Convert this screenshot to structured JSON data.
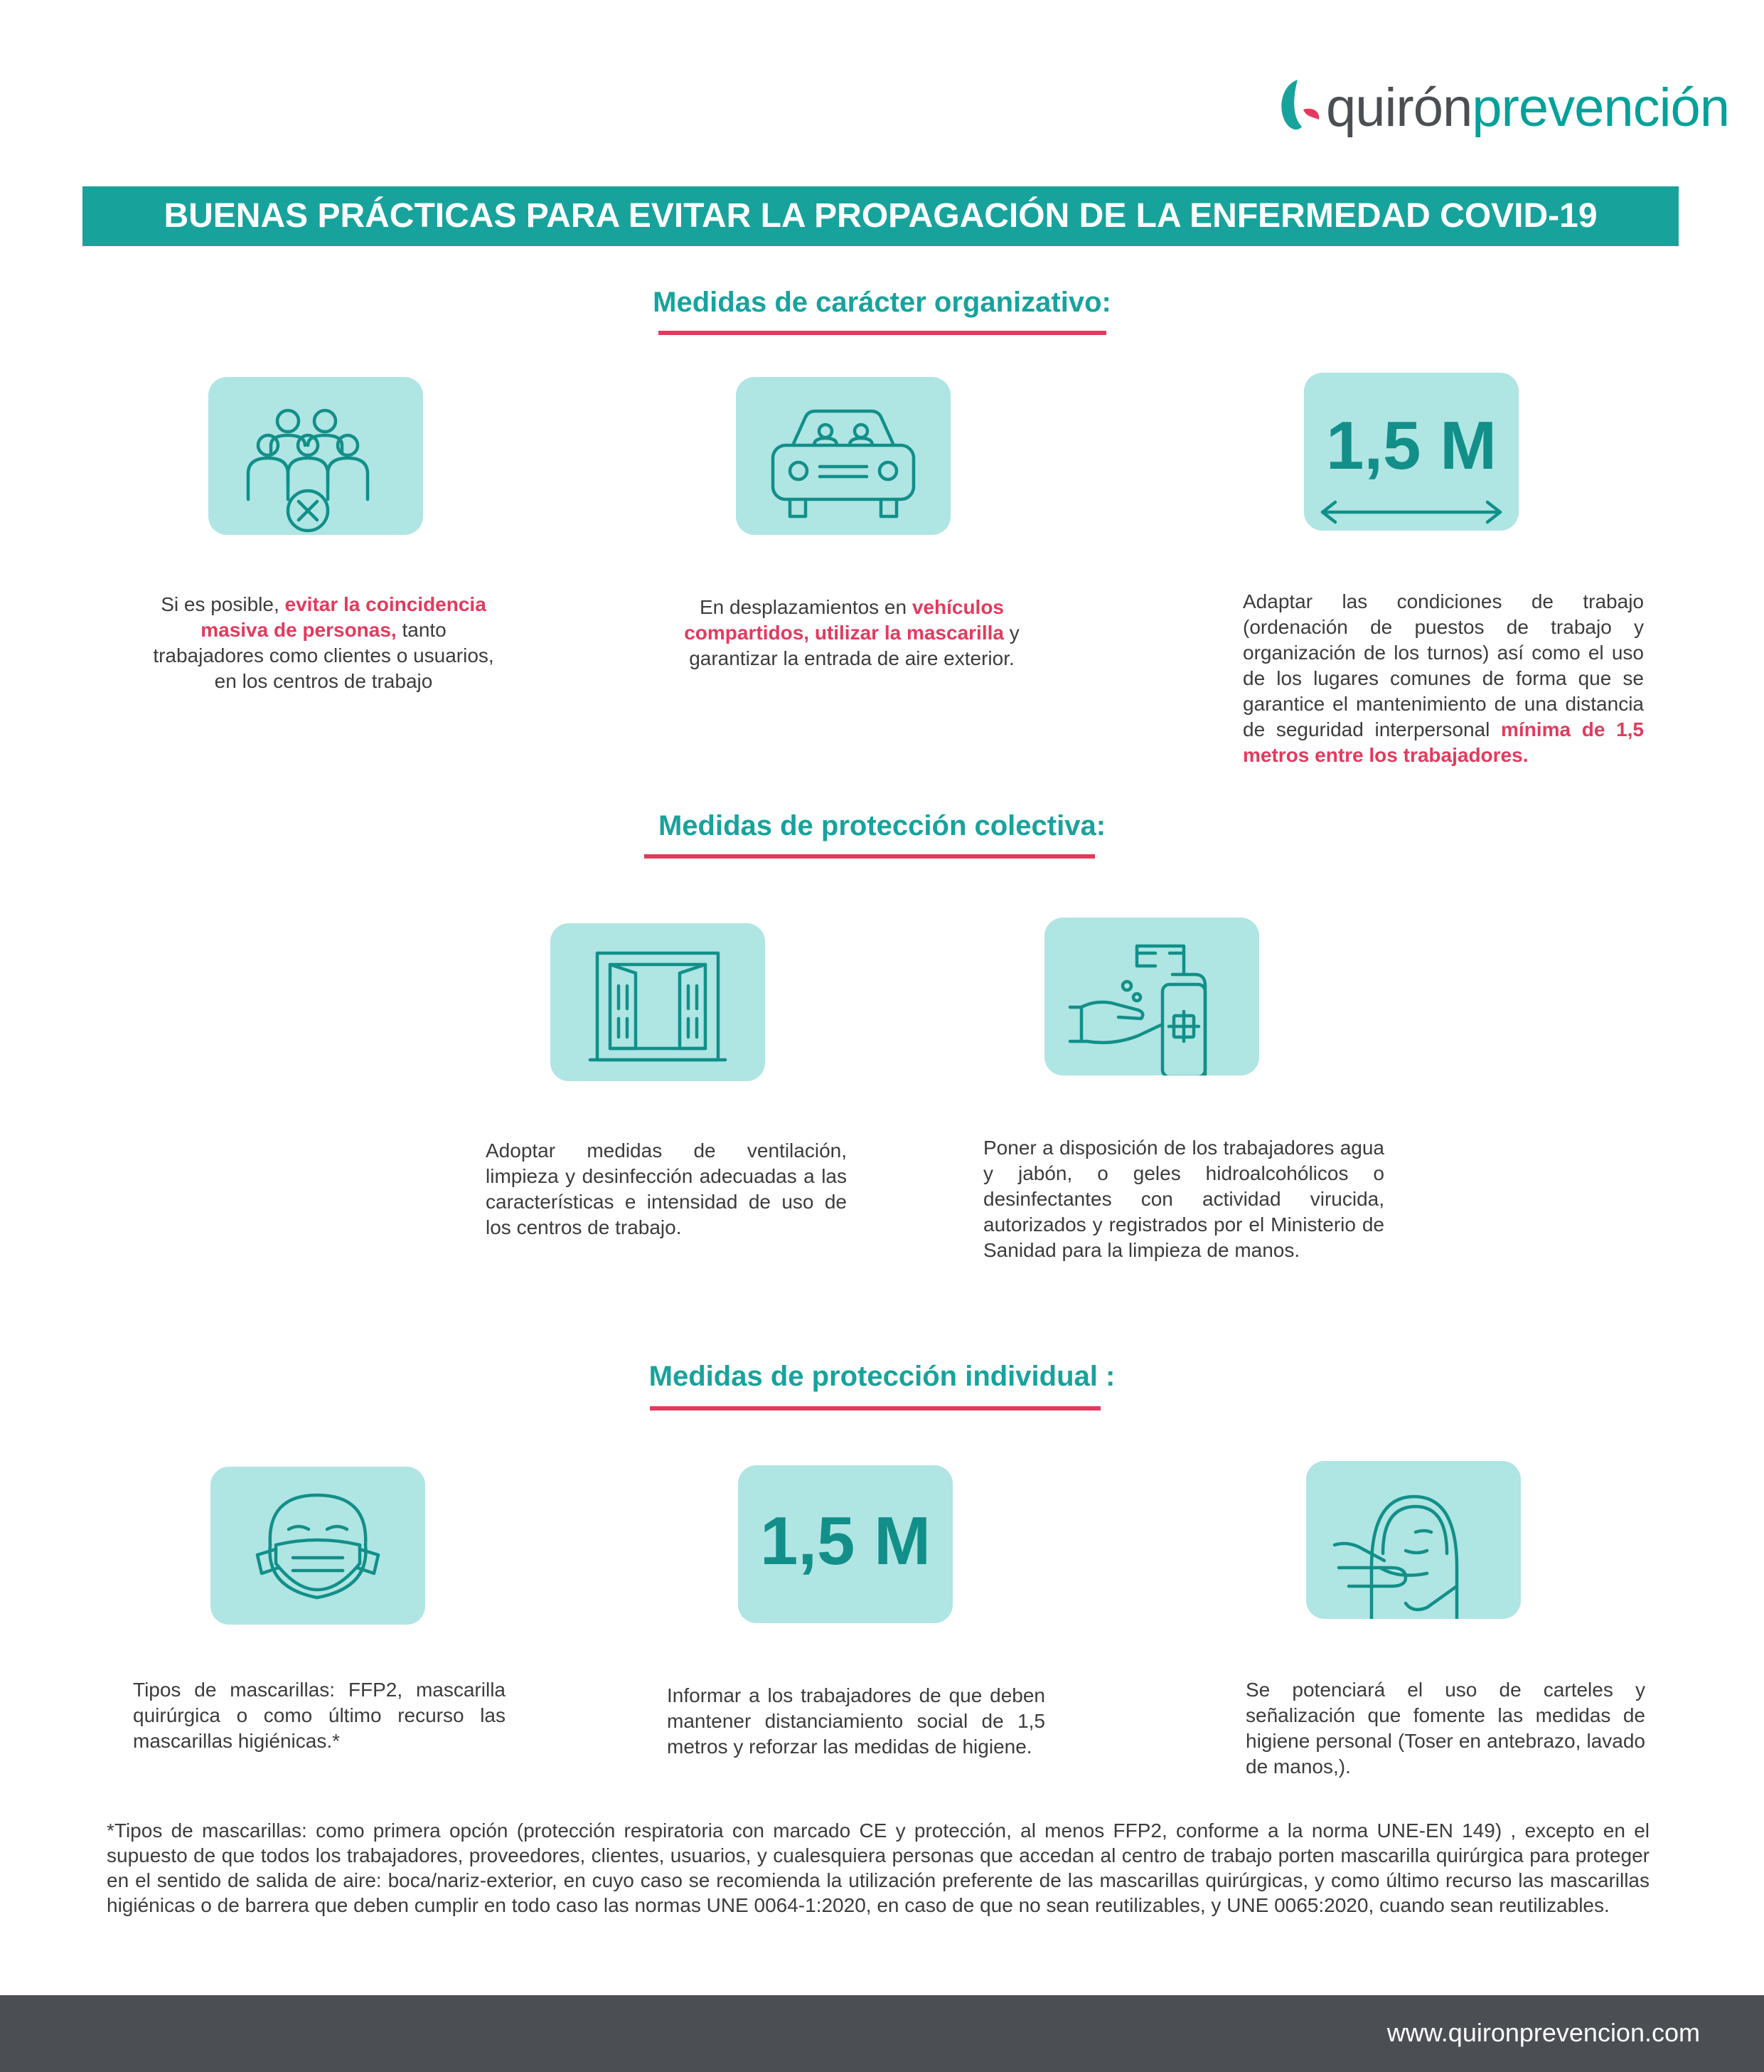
{
  "brand": {
    "logo_part1": "quirón",
    "logo_part2": "prevención",
    "website": "www.quironprevencion.com",
    "colors": {
      "teal": "#17a39c",
      "light_teal": "#afe5e3",
      "pink": "#e33a5d",
      "gray": "#4b4f54"
    }
  },
  "banner": {
    "title": "BUENAS PRÁCTICAS PARA EVITAR LA PROPAGACIÓN DE LA ENFERMEDAD COVID-19"
  },
  "sections": {
    "organizativo": {
      "title": "Medidas de carácter organizativo:",
      "items": [
        {
          "icon": "crowd-blocked-icon",
          "t1": "Si es posible, ",
          "h1": "evitar la coincidencia masiva de personas,",
          "t2": " tanto trabajadores como clientes o usuarios, en los centros de trabajo"
        },
        {
          "icon": "car-passengers-icon",
          "t1": "En desplazamientos en ",
          "h1": "vehículos compartidos, utilizar la mascarilla",
          "t2": " y garantizar la entrada de aire exterior."
        },
        {
          "icon": "distance-arrow-icon",
          "tile_label": "1,5 M",
          "t1": "Adaptar las condiciones de trabajo (ordenación de puestos de trabajo y organización de los turnos) así como el uso de los lugares comunes de forma que se garantice el mantenimiento de una distancia de seguridad interpersonal ",
          "h1": "mínima de 1,5 metros entre los trabajadores."
        }
      ]
    },
    "colectiva": {
      "title": "Medidas de protección colectiva:",
      "items": [
        {
          "icon": "open-window-icon",
          "t1": "Adoptar medidas de ventilación, limpieza y desinfección adecuadas a las características e intensidad de uso de los centros de trabajo."
        },
        {
          "icon": "hand-sanitizer-icon",
          "t1": "Poner a disposición de los trabajadores agua y jabón, o geles hidroalcohólicos o desinfectantes con actividad virucida, autorizados y registrados por el Ministerio de Sanidad para la limpieza de manos."
        }
      ]
    },
    "individual": {
      "title": "Medidas de protección individual :",
      "items": [
        {
          "icon": "face-mask-icon",
          "t1": "Tipos de mascarillas:  FFP2, mascarilla quirúrgica o como último recurso las mascarillas higiénicas.*"
        },
        {
          "icon": "distance-text-icon",
          "tile_label": "1,5 M",
          "t1": "Informar a los trabajadores de que deben mantener distanciamiento social de 1,5 metros y  reforzar las medidas de higiene."
        },
        {
          "icon": "cough-elbow-icon",
          "t1": "Se potenciará el uso de carteles y señalización que fomente las medidas de higiene personal (Toser en antebrazo, lavado de manos,)."
        }
      ]
    }
  },
  "footnote": "*Tipos de mascarillas: como primera opción (protección respiratoria con marcado CE y protección, al menos FFP2, conforme a la norma UNE-EN 149) , excepto en el supuesto de que todos los trabajadores, proveedores, clientes, usuarios, y cualesquiera personas que accedan al centro de trabajo porten mascarilla quirúrgica para proteger en el sentido de salida de aire: boca/nariz-exterior, en cuyo caso se recomienda la utilización preferente de las mascarillas quirúrgicas, y como último recurso las mascarillas higiénicas o de barrera que deben cumplir en todo caso las normas UNE 0064-1:2020, en caso de que no sean reutilizables, y UNE 0065:2020, cuando sean reutilizables."
}
